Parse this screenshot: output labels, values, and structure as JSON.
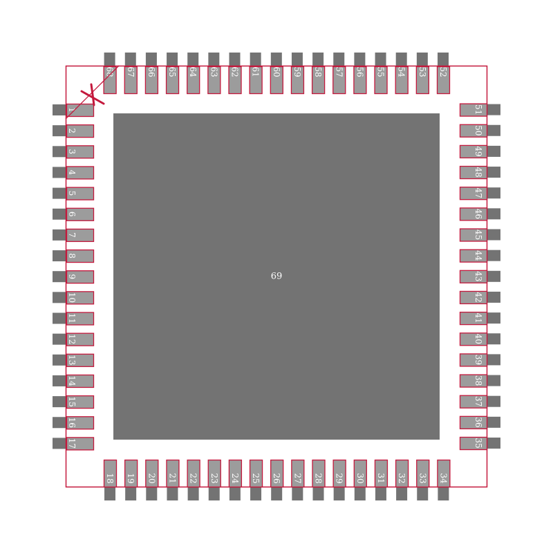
{
  "exposed_pad": {
    "label": "69"
  },
  "pins": {
    "left": [
      "1",
      "2",
      "3",
      "4",
      "5",
      "6",
      "7",
      "8",
      "9",
      "10",
      "11",
      "12",
      "13",
      "14",
      "15",
      "16",
      "17"
    ],
    "bottom": [
      "18",
      "19",
      "20",
      "21",
      "22",
      "23",
      "24",
      "25",
      "26",
      "27",
      "28",
      "29",
      "30",
      "31",
      "32",
      "33",
      "34"
    ],
    "right": [
      "35",
      "36",
      "37",
      "38",
      "39",
      "40",
      "41",
      "42",
      "43",
      "44",
      "45",
      "46",
      "47",
      "48",
      "49",
      "50",
      "51"
    ],
    "top": [
      "52",
      "53",
      "54",
      "55",
      "56",
      "57",
      "58",
      "59",
      "60",
      "61",
      "62",
      "63",
      "64",
      "65",
      "66",
      "67",
      "68"
    ]
  },
  "colors": {
    "outline": "#c4183c",
    "pad_fill": "#9c9c9c",
    "copper": "#737373",
    "label": "#ffffff"
  }
}
